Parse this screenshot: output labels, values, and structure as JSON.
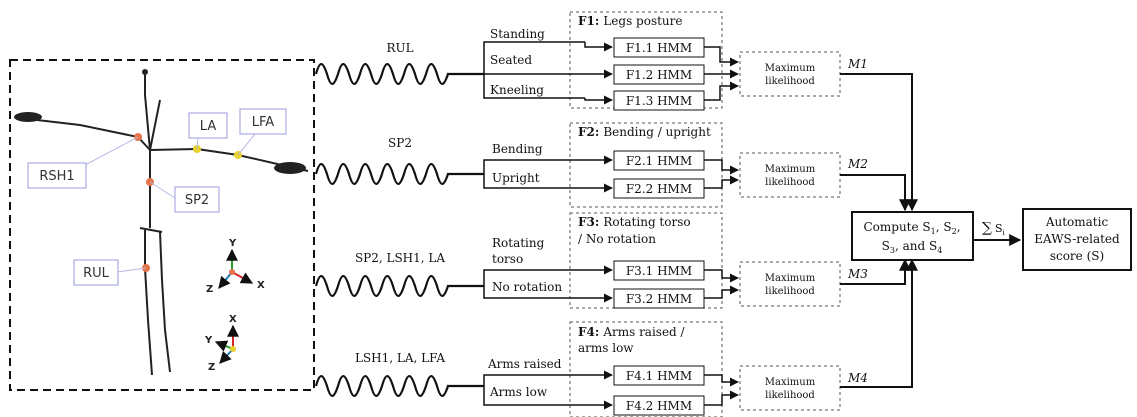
{
  "skeleton": {
    "labels": [
      "LA",
      "LFA",
      "RSH1",
      "SP2",
      "RUL"
    ],
    "axes_top": {
      "y": "Y",
      "x": "X",
      "z": "Z"
    },
    "axes_bottom": {
      "x": "X",
      "y": "Y",
      "z": "Z"
    },
    "colors": {
      "orange_joint": "#e8734a",
      "yellow_joint": "#e8d12a",
      "label_border": "#9b9be0"
    }
  },
  "signals": [
    "RUL",
    "SP2",
    "SP2, LSH1, LA",
    "LSH1, LA, LFA"
  ],
  "groups": [
    {
      "code": "F1:",
      "title1": "Legs posture",
      "title2": "",
      "inputs": [
        "Standing",
        "Seated",
        "Kneeling"
      ],
      "hmms": [
        "F1.1 HMM",
        "F1.2 HMM",
        "F1.3 HMM"
      ],
      "ml1": "Maximum",
      "ml2": "likelihood",
      "m": "M1"
    },
    {
      "code": "F2:",
      "title1": "Bending / upright",
      "title2": "",
      "inputs": [
        "Bending",
        "Upright"
      ],
      "hmms": [
        "F2.1 HMM",
        "F2.2 HMM"
      ],
      "ml1": "Maximum",
      "ml2": "likelihood",
      "m": "M2"
    },
    {
      "code": "F3:",
      "title1": "Rotating torso",
      "title2": "/ No rotation",
      "inputs_multi": [
        "Rotating",
        "torso"
      ],
      "inputs": [
        "No rotation"
      ],
      "hmms": [
        "F3.1 HMM",
        "F3.2 HMM"
      ],
      "ml1": "Maximum",
      "ml2": "likelihood",
      "m": "M3"
    },
    {
      "code": "F4:",
      "title1": "Arms raised /",
      "title2": "arms low",
      "inputs": [
        "Arms raised",
        "Arms low"
      ],
      "hmms": [
        "F4.1 HMM",
        "F4.2 HMM"
      ],
      "ml1": "Maximum",
      "ml2": "likelihood",
      "m": "M4"
    }
  ],
  "compute": {
    "line1a": "Compute S",
    "s1": "1",
    "c1": ", S",
    "s2": "2",
    "c2": ",",
    "line2a": "S",
    "s3": "3",
    "line2b": ", and S",
    "s4": "4"
  },
  "sum": {
    "sigma": "∑",
    "s": "S",
    "i": "i"
  },
  "output": [
    "Automatic",
    "EAWS-related",
    "score (S)"
  ]
}
